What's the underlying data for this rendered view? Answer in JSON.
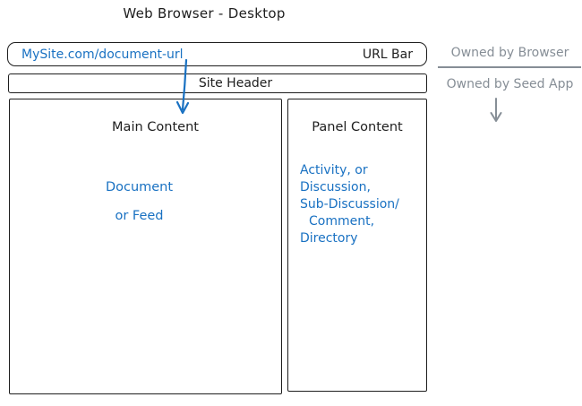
{
  "colors": {
    "ink": "#1e1e1e",
    "blue": "#1971c2",
    "gray": "#868e96",
    "background": "#ffffff"
  },
  "title": "Web Browser - Desktop",
  "url_bar": {
    "url": "MySite.com/document-url",
    "label": "URL Bar"
  },
  "site_header": {
    "label": "Site Header"
  },
  "main_content": {
    "heading": "Main Content",
    "lines": [
      "Document",
      "or Feed"
    ]
  },
  "panel_content": {
    "heading": "Panel Content",
    "lines": [
      "Activity, or",
      "Discussion,",
      "Sub-Discussion/",
      "Comment,",
      "Directory"
    ]
  },
  "legend": {
    "owned_by_browser": "Owned by Browser",
    "owned_by_seed_app": "Owned by Seed App"
  }
}
